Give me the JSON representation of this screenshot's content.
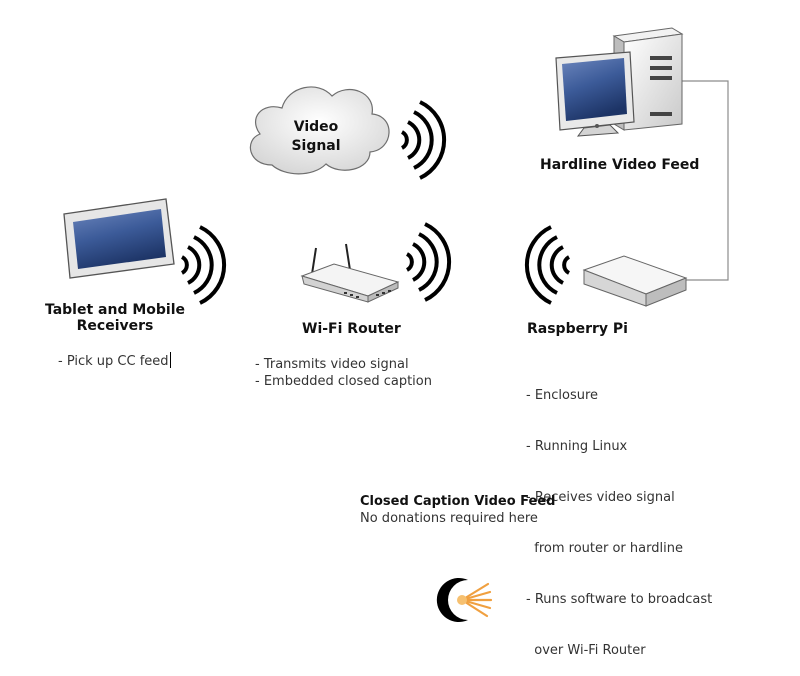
{
  "cloud": {
    "line1": "Video",
    "line2": "Signal"
  },
  "nodes": {
    "hardline": {
      "title": "Hardline Video Feed"
    },
    "tablet": {
      "title_line1": "Tablet and Mobile",
      "title_line2": "Receivers",
      "bullets": [
        "- Pick up CC feed"
      ]
    },
    "router": {
      "title": "Wi-Fi Router",
      "bullets": [
        "- Transmits video signal",
        "- Embedded closed caption"
      ]
    },
    "pi": {
      "title": "Raspberry Pi",
      "bullets": [
        "- Enclosure",
        "- Running Linux",
        "- Receives video signal",
        "  from router or hardline",
        "- Runs software to broadcast",
        "  over Wi-Fi Router"
      ]
    }
  },
  "footer": {
    "title": "Closed Caption Video Feed",
    "subtitle": "No donations required here"
  },
  "colors": {
    "screen": "#3a5a9a",
    "wave": "#000000",
    "logo": "#f0a040"
  }
}
